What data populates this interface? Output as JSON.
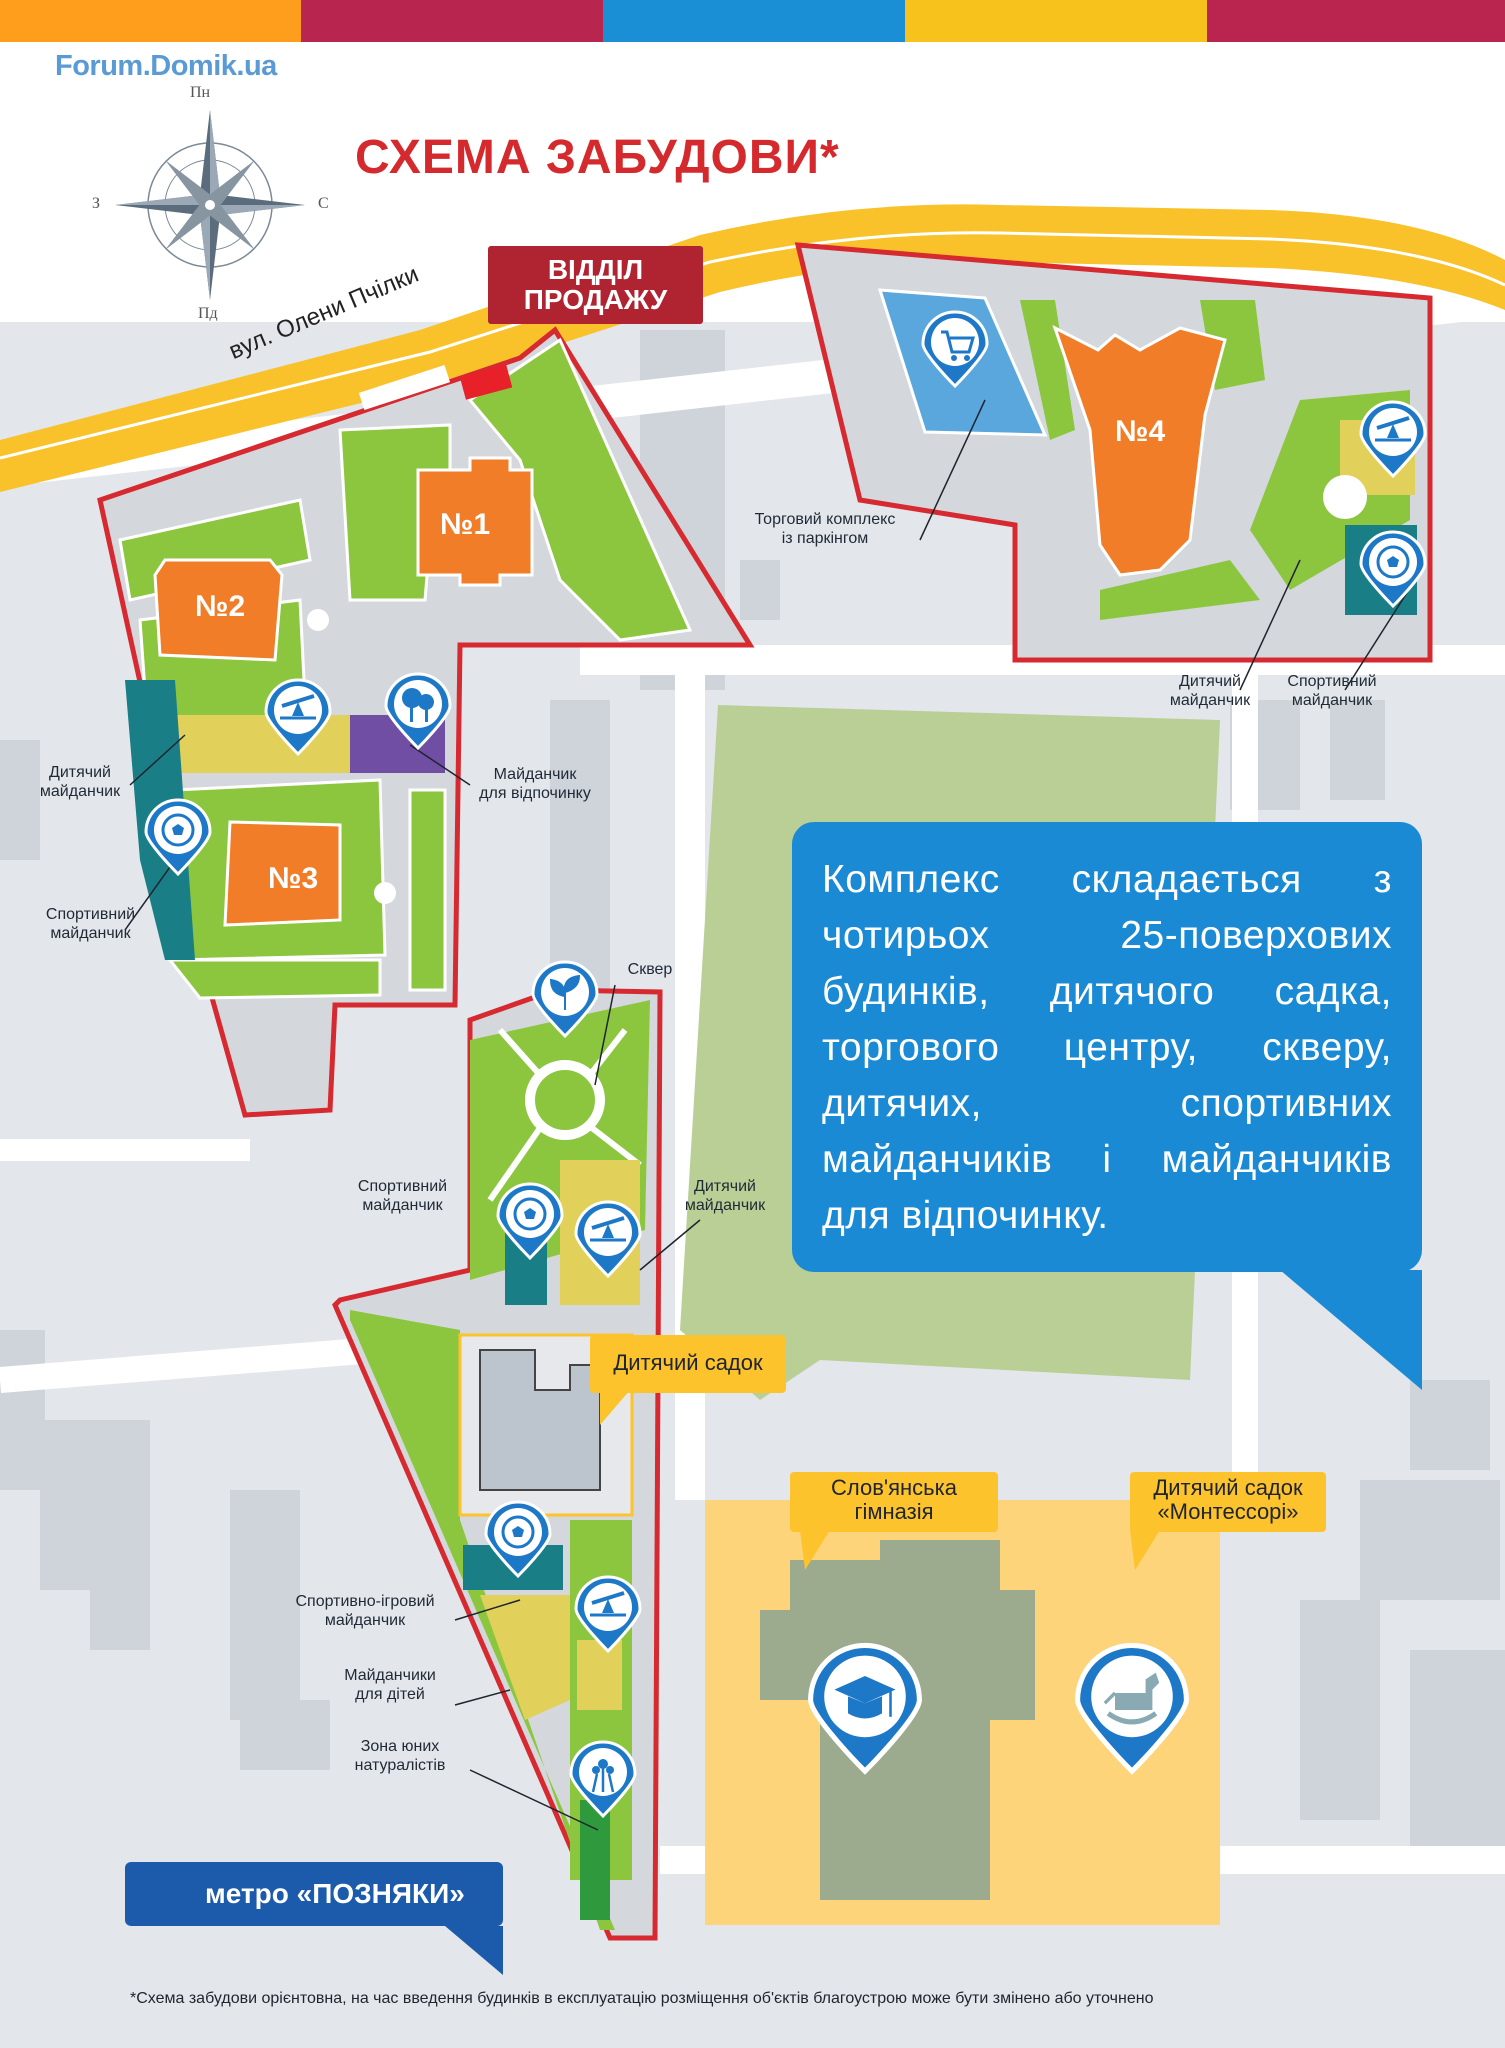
{
  "watermark": "Forum.Domik.ua",
  "compass": {
    "north": "Пн",
    "south": "Пд",
    "west": "З",
    "east": "С"
  },
  "title": "СХЕМА ЗАБУДОВИ*",
  "sales_office": {
    "line1": "ВІДДІЛ",
    "line2": "ПРОДАЖУ"
  },
  "street": "вул. Олени Пчілки",
  "buildings": [
    "№1",
    "№2",
    "№3",
    "№4"
  ],
  "labels": {
    "shopping": [
      "Торговий комплекс",
      "із паркінгом"
    ],
    "playground_b4": [
      "Дитячий",
      "майданчик"
    ],
    "sport_b4": [
      "Спортивний",
      "майданчик"
    ],
    "playground_left": [
      "Дитячий",
      "майданчик"
    ],
    "rest_area": [
      "Майданчик",
      "для відпочинку"
    ],
    "sport_left": [
      "Спортивний",
      "майданчик"
    ],
    "square": "Сквер",
    "sport_middle": [
      "Спортивний",
      "майданчик"
    ],
    "playground_middle": [
      "Дитячий",
      "майданчик"
    ],
    "sport_game": [
      "Спортивно-ігровий",
      "майданчик"
    ],
    "kids_areas": [
      "Майданчики",
      "для дітей"
    ],
    "naturalists": [
      "Зона юних",
      "натуралістів"
    ]
  },
  "kindergarten_tag": "Дитячий садок",
  "gymnasium_tag": [
    "Слов'янська",
    "гімназія"
  ],
  "montessori_tag": [
    "Дитячий садок",
    "«Монтессорі»"
  ],
  "info_text": "Комплекс складається з чотирьох 25-поверхових будинків, дитячого садка, торгового центру, скверу, дитячих, спортивних майданчиків і майданчиків для відпочинку.",
  "metro": "метро «ПОЗНЯКИ»",
  "footnote": "*Схема забудови орієнтовна, на час введення будинків в експлуатацію розміщення об'єктів благоустрою може бути змінено або уточнено",
  "icons": [
    "shopping-cart-icon",
    "seesaw-icon",
    "soccer-ball-icon",
    "tree-icon",
    "sprout-icon",
    "flower-icon",
    "graduation-cap-icon",
    "rocking-horse-icon",
    "down-arrow-icon",
    "compass-rose-icon"
  ],
  "colors": {
    "top_stripes": [
      "#ff9d1c",
      "#b8254f",
      "#1b8fd6",
      "#f7c21b",
      "#b9254e"
    ],
    "building": "#f17d28",
    "border_red": "#d62a30",
    "road_yellow": "#f9c22b",
    "green": "#8cc63f",
    "pin_blue": "#1d78c7",
    "info_blue": "#1a8ad4"
  }
}
